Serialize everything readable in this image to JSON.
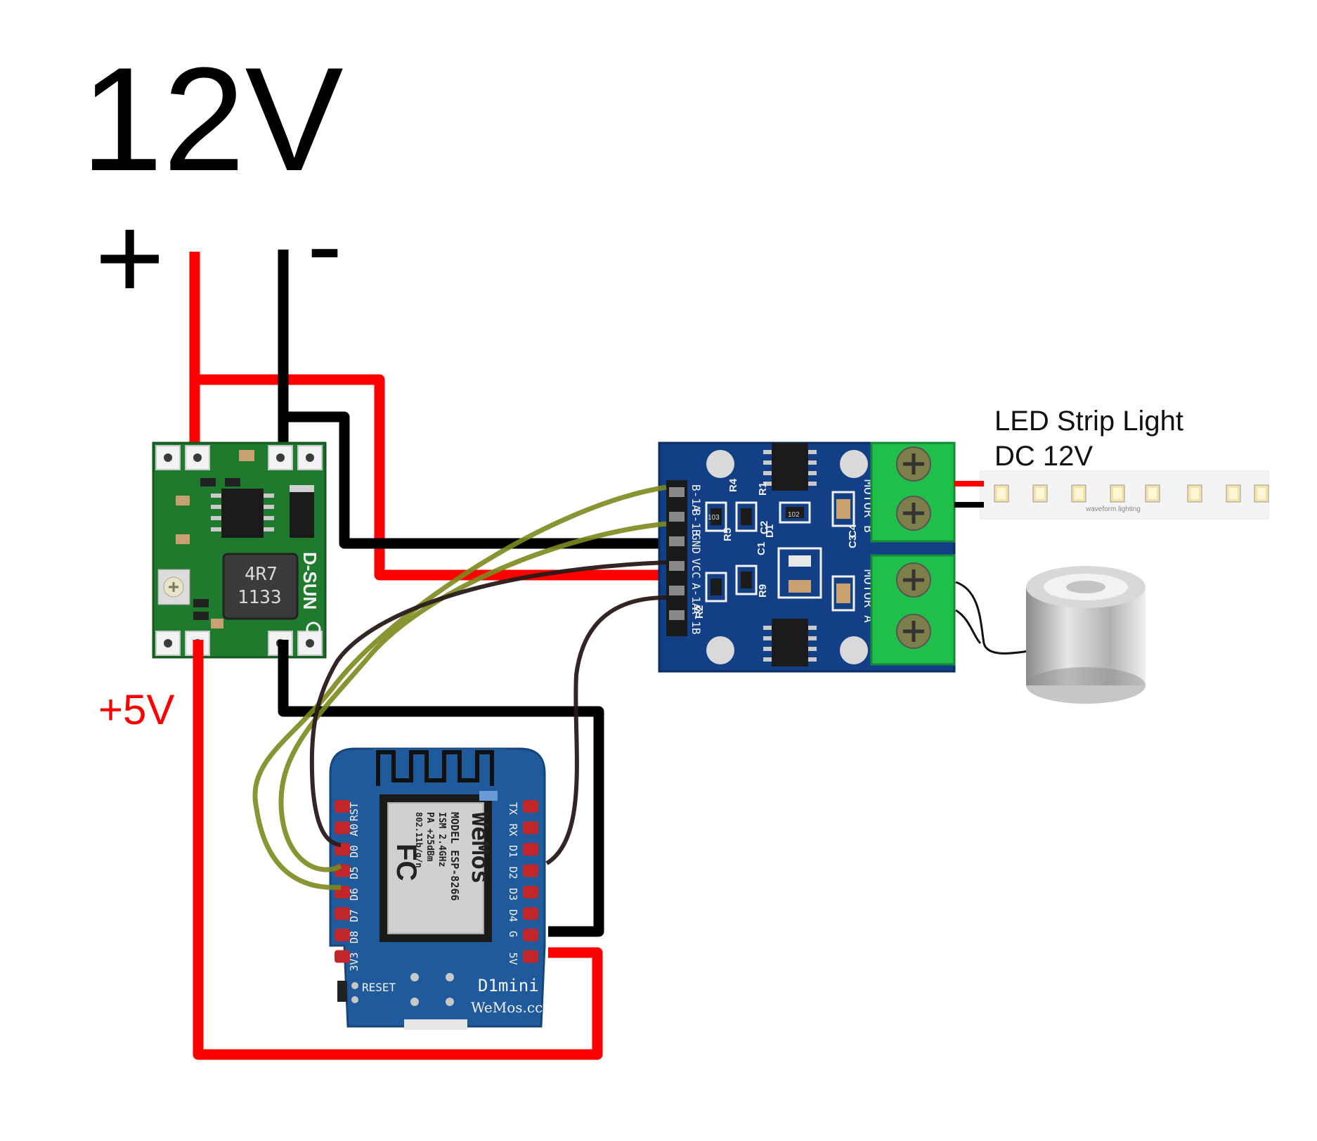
{
  "labels": {
    "supply_voltage": "12V",
    "plus_sign": "+",
    "minus_sign": "-",
    "five_volt": "+5V",
    "led_title_1": "LED Strip Light",
    "led_title_2": "DC 12V",
    "waveform_text": "waveform lighting"
  },
  "buck_converter": {
    "inductor_line1": "4R7",
    "inductor_line2": "1133",
    "brand": "D-SUN"
  },
  "motor_driver": {
    "header_pins": [
      "B-1A",
      "B-1B",
      "GND",
      "VCC",
      "A-1A",
      "A-1B"
    ],
    "motor_b": "MOTOR B",
    "motor_a": "MOTOR A",
    "components": [
      "R4",
      "R5",
      "R2",
      "R9",
      "R1",
      "C1",
      "C2",
      "C3",
      "C4",
      "D1"
    ],
    "resistor_code_1": "103",
    "resistor_code_2": "102"
  },
  "wemos": {
    "left_pins": [
      "RST",
      "A0",
      "D0",
      "D5",
      "D6",
      "D7",
      "D8",
      "3V3"
    ],
    "right_pins": [
      "TX",
      "RX",
      "D1",
      "D2",
      "D3",
      "D4",
      "G",
      "5V"
    ],
    "fcc": "FC",
    "module_lines": [
      "WeMos",
      "MODEL ESP-8266",
      "ISM 2.4GHz",
      "PA +25dBm",
      "802.11b/g/n"
    ],
    "reset": "RESET",
    "d1mini": "D1mini",
    "site": "WeMos.cc"
  },
  "colors": {
    "wire_red": "#ff0000",
    "wire_black": "#000000",
    "wire_olive": "#7d8a1e",
    "wire_brown": "#2a1a1a",
    "pcb_green": "#1e7a2c",
    "pcb_blue": "#123f86",
    "wemos_blue": "#1f5b9c",
    "terminal_green": "#1fbf4a"
  }
}
